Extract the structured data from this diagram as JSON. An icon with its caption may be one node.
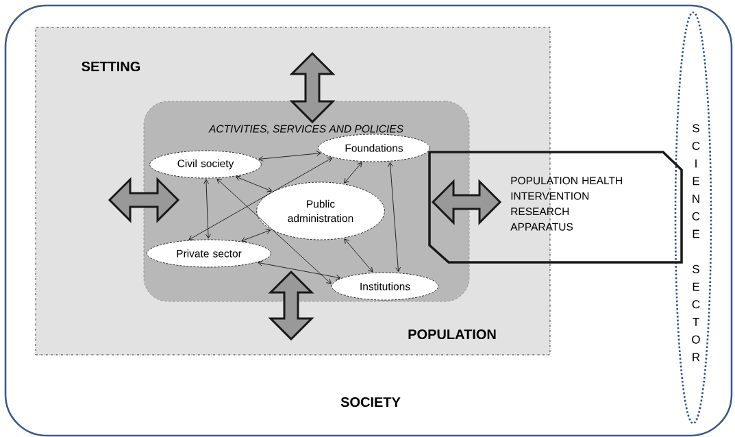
{
  "diagram": {
    "nodes": [
      {
        "text": [
          "SOCIETY"
        ]
      },
      {
        "text": [
          "SETTING",
          "POPULATION"
        ],
        "in": 0
      },
      {
        "text": [
          "ACTIVITIES, SERVICES AND POLICIES"
        ],
        "in": 1
      },
      {
        "text": [
          "Civil society"
        ],
        "in": 2
      },
      {
        "text": [
          "Foundations"
        ],
        "in": 2
      },
      {
        "text": [
          "Public administration"
        ],
        "in": 2
      },
      {
        "text": [
          "Private sector"
        ],
        "in": 2
      },
      {
        "text": [
          "Institutions"
        ],
        "in": 2
      },
      {
        "text": [
          "POPULATION HEALTH INTERVENTION RESEARCH APPARATUS"
        ],
        "in": 0
      },
      {
        "text": [
          "SCIENCE SECTOR"
        ],
        "in": 0
      }
    ],
    "edges": [
      {
        "from": 3,
        "to": 4,
        "arrow": "both"
      },
      {
        "from": 6,
        "to": 4,
        "arrow": "both"
      },
      {
        "from": 3,
        "to": 5,
        "arrow": "both"
      },
      {
        "from": 3,
        "to": 6,
        "arrow": "both"
      },
      {
        "from": 3,
        "to": 7,
        "arrow": "both"
      },
      {
        "from": 4,
        "to": 5,
        "arrow": "both"
      },
      {
        "from": 4,
        "to": 7,
        "arrow": "both"
      },
      {
        "from": 5,
        "to": 6,
        "arrow": "both"
      },
      {
        "from": 5,
        "to": 7,
        "arrow": "both"
      },
      {
        "from": 6,
        "to": 7,
        "arrow": "both"
      }
    ]
  }
}
